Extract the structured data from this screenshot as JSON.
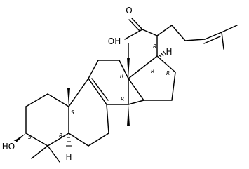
{
  "structure": {
    "atom_labels": {
      "carbonyl_oxygen": "O",
      "hydroxyl_acid": "OH",
      "hydroxyl_ring": "HO",
      "hydrogen_c17": "H",
      "hydrogen_c5": "H"
    },
    "stereo_descriptors": {
      "side_chain_c20": "R",
      "c17": "R",
      "c13": "R",
      "c14": "R",
      "c10": "S",
      "c3": "S",
      "c5": "R",
      "d_ring": "R"
    }
  }
}
